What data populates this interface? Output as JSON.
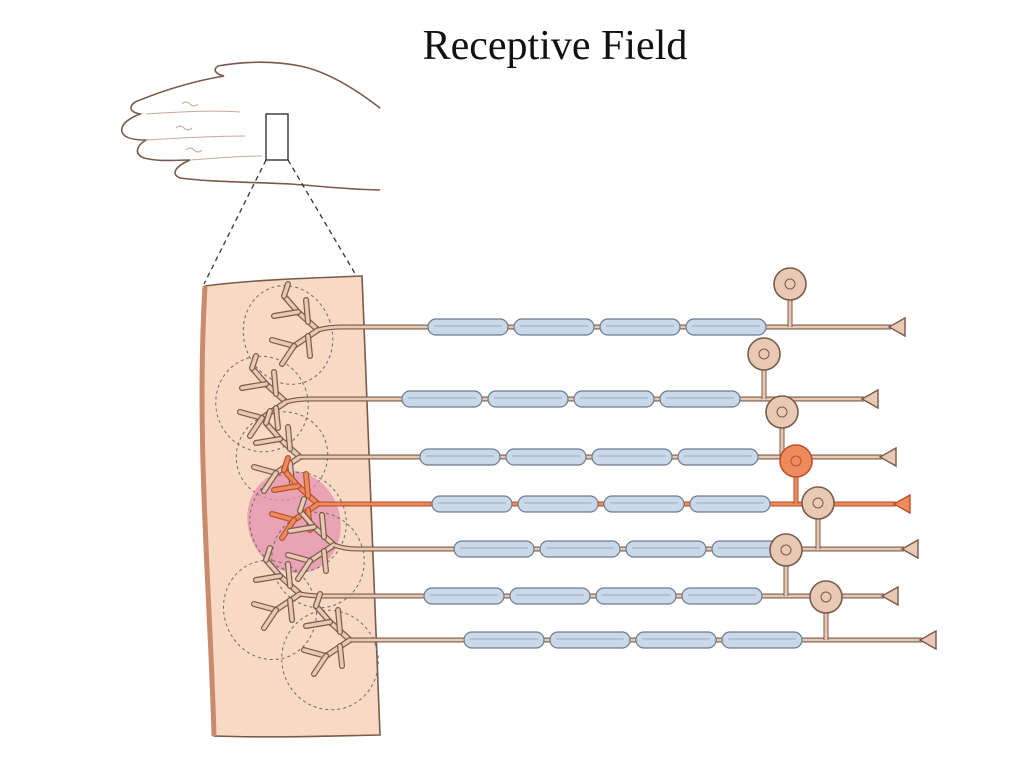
{
  "title": "Receptive Field",
  "colors": {
    "skin": "#f7d9c4",
    "skin_edge": "#c98a6e",
    "neuron": "#e8c9b3",
    "neuron_outline": "#7a5a4a",
    "myelin": "#c9d9ea",
    "highlight_neuron": "#f08a5d",
    "highlight_field": "#e58fb0"
  },
  "neuron_count": 7,
  "highlighted_neuron_index": 3
}
